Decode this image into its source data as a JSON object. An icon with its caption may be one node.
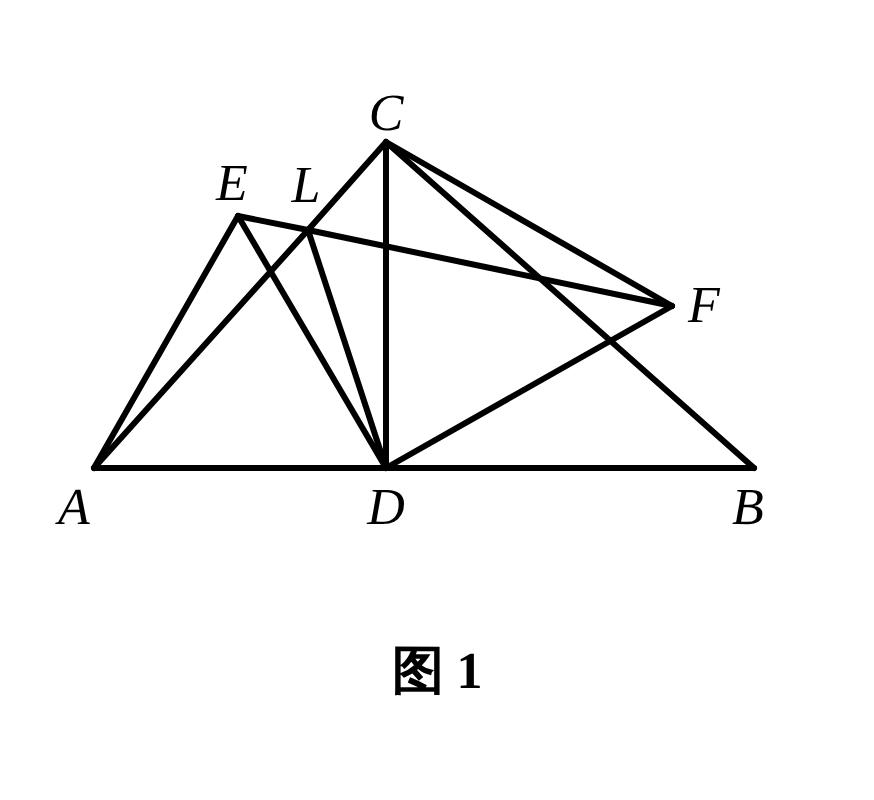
{
  "diagram": {
    "caption": "图 1",
    "nodes": [
      {
        "text": [
          "C"
        ]
      },
      {
        "text": [
          "E"
        ]
      },
      {
        "text": [
          "L"
        ]
      },
      {
        "text": [
          "F"
        ]
      },
      {
        "text": [
          "A"
        ]
      },
      {
        "text": [
          "D"
        ]
      },
      {
        "text": [
          "B"
        ]
      }
    ],
    "edges": [
      {
        "from": 4,
        "to": 5,
        "arrow": "none"
      },
      {
        "from": 5,
        "to": 6,
        "arrow": "none"
      },
      {
        "from": 4,
        "to": 1,
        "arrow": "none"
      },
      {
        "from": 4,
        "to": 2,
        "arrow": "none"
      },
      {
        "from": 2,
        "to": 0,
        "arrow": "none"
      },
      {
        "from": 1,
        "to": 2,
        "arrow": "none"
      },
      {
        "from": 2,
        "to": 3,
        "arrow": "none"
      },
      {
        "from": 1,
        "to": 5,
        "arrow": "none"
      },
      {
        "from": 2,
        "to": 5,
        "arrow": "none"
      },
      {
        "from": 0,
        "to": 5,
        "arrow": "none"
      },
      {
        "from": 5,
        "to": 3,
        "arrow": "none"
      },
      {
        "from": 0,
        "to": 3,
        "arrow": "none"
      },
      {
        "from": 0,
        "to": 6,
        "arrow": "none"
      }
    ]
  }
}
